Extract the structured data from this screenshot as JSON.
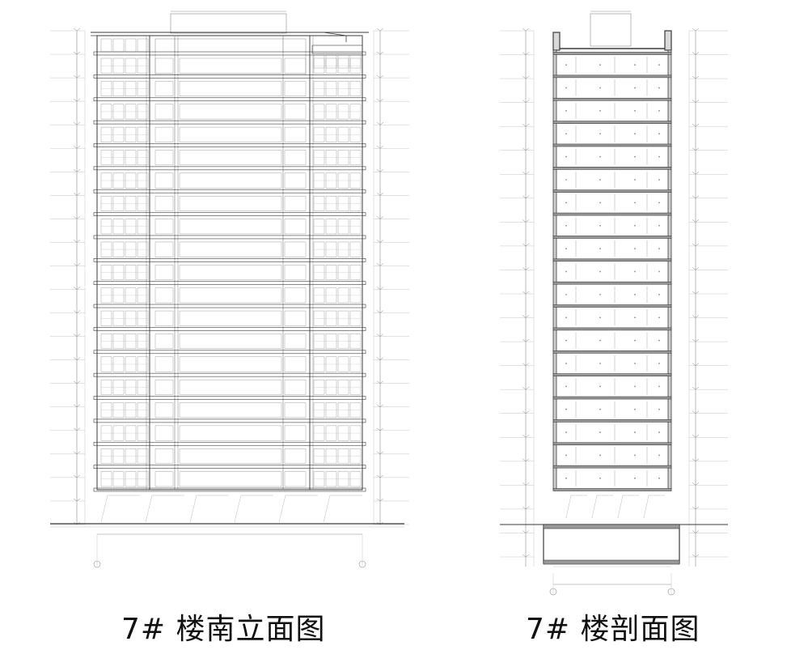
{
  "captions": {
    "elevation": "7# 楼南立面图",
    "section": "7# 楼剖面图"
  },
  "floors": 19,
  "colors": {
    "line": "#3a3a3a",
    "faint": "#8a8a8a",
    "guide": "#b8b8b8"
  }
}
